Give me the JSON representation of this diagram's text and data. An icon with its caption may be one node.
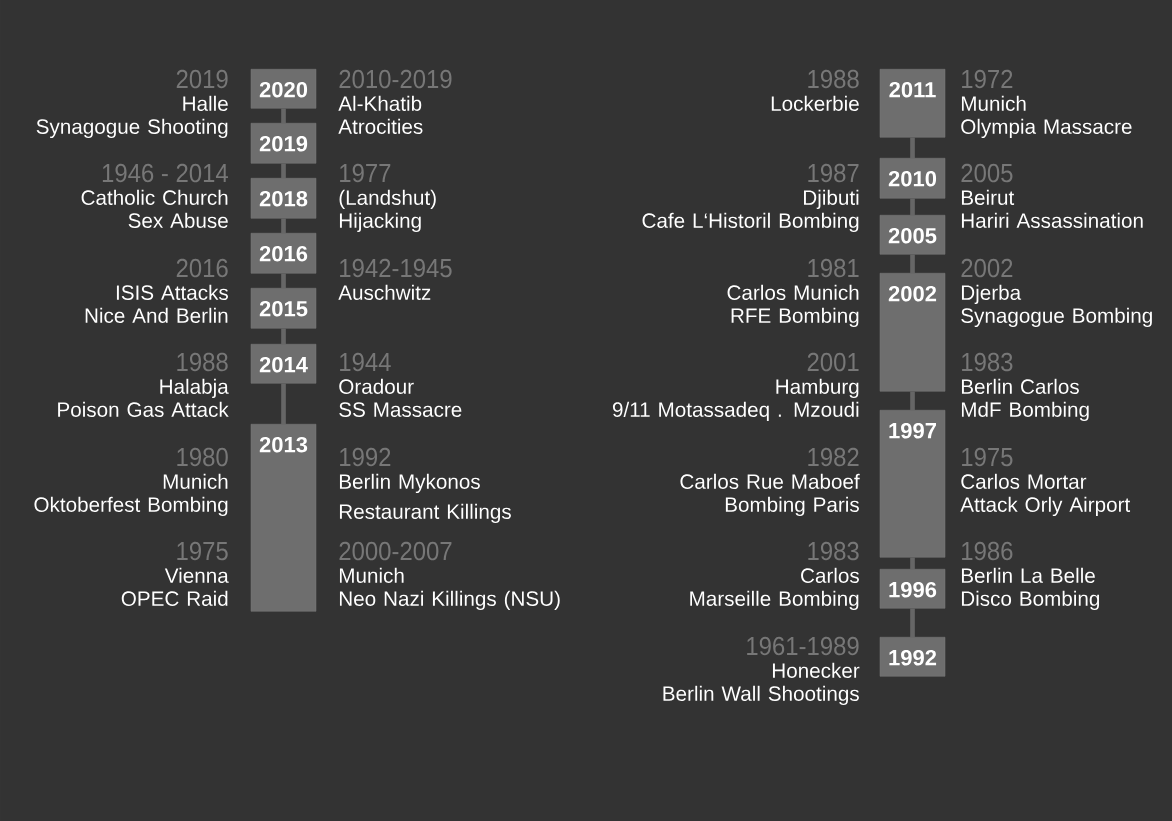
{
  "diagram": {
    "nodes": [
      {
        "text": [
          "2020"
        ]
      },
      {
        "text": [
          "2019"
        ]
      },
      {
        "text": [
          "2018"
        ]
      },
      {
        "text": [
          "2016"
        ]
      },
      {
        "text": [
          "2015"
        ]
      },
      {
        "text": [
          "2014"
        ]
      },
      {
        "text": [
          "2013"
        ]
      },
      {
        "text": [
          "2011"
        ]
      },
      {
        "text": [
          "2010"
        ]
      },
      {
        "text": [
          "2005"
        ]
      },
      {
        "text": [
          "2002"
        ]
      },
      {
        "text": [
          "1997"
        ]
      },
      {
        "text": [
          "1996"
        ]
      },
      {
        "text": [
          "1992"
        ]
      }
    ],
    "edges": [
      {
        "from": 0,
        "to": 1,
        "arrow": "none"
      },
      {
        "from": 1,
        "to": 2,
        "arrow": "none"
      },
      {
        "from": 2,
        "to": 3,
        "arrow": "none"
      },
      {
        "from": 3,
        "to": 4,
        "arrow": "none"
      },
      {
        "from": 4,
        "to": 5,
        "arrow": "none"
      },
      {
        "from": 5,
        "to": 6,
        "arrow": "none"
      },
      {
        "from": 7,
        "to": 8,
        "arrow": "none"
      },
      {
        "from": 8,
        "to": 9,
        "arrow": "none"
      },
      {
        "from": 9,
        "to": 10,
        "arrow": "none"
      },
      {
        "from": 10,
        "to": 11,
        "arrow": "none"
      },
      {
        "from": 11,
        "to": 12,
        "arrow": "none"
      },
      {
        "from": 12,
        "to": 13,
        "arrow": "none"
      }
    ],
    "labels": [
      "2019",
      "Halle Synagogue Shooting",
      "2010-2019",
      "Al-Khatib Atrocities",
      "1946 - 2014",
      "Catholic Church Sex Abuse",
      "1977",
      "(Landshut) Hijacking",
      "2016",
      "ISIS Attacks Nice And Berlin",
      "1942-1945",
      "Auschwitz",
      "1988",
      "Halabja Poison Gas Attack",
      "1944",
      "Oradour SS Massacre",
      "1980",
      "Munich Oktoberfest Bombing",
      "1992",
      "Berlin Mykonos Restaurant Killings",
      "1975",
      "Vienna OPEC Raid",
      "2000-2007",
      "Munich Neo Nazi Killings (NSU)",
      "1988",
      "Lockerbie",
      "1972",
      "Munich Olympia Massacre",
      "1987",
      "Djibuti Cafe L‘Historil Bombing",
      "2005",
      "Beirut Hariri Assassination",
      "1981",
      "Carlos Munich RFE Bombing",
      "2002",
      "Djerba Synagogue Bombing",
      "2001",
      "Hamburg 9/11 Motassadeq . Mzoudi",
      "1983",
      "Berlin Carlos MdF Bombing",
      "1982",
      "Carlos Rue Maboef Bombing Paris",
      "1975",
      "Carlos Mortar Attack Orly Airport",
      "1983",
      "Carlos Marseille Bombing",
      "1986",
      "Berlin La Belle Disco Bombing",
      "1961-1989",
      "Honecker Berlin Wall Shootings"
    ]
  }
}
